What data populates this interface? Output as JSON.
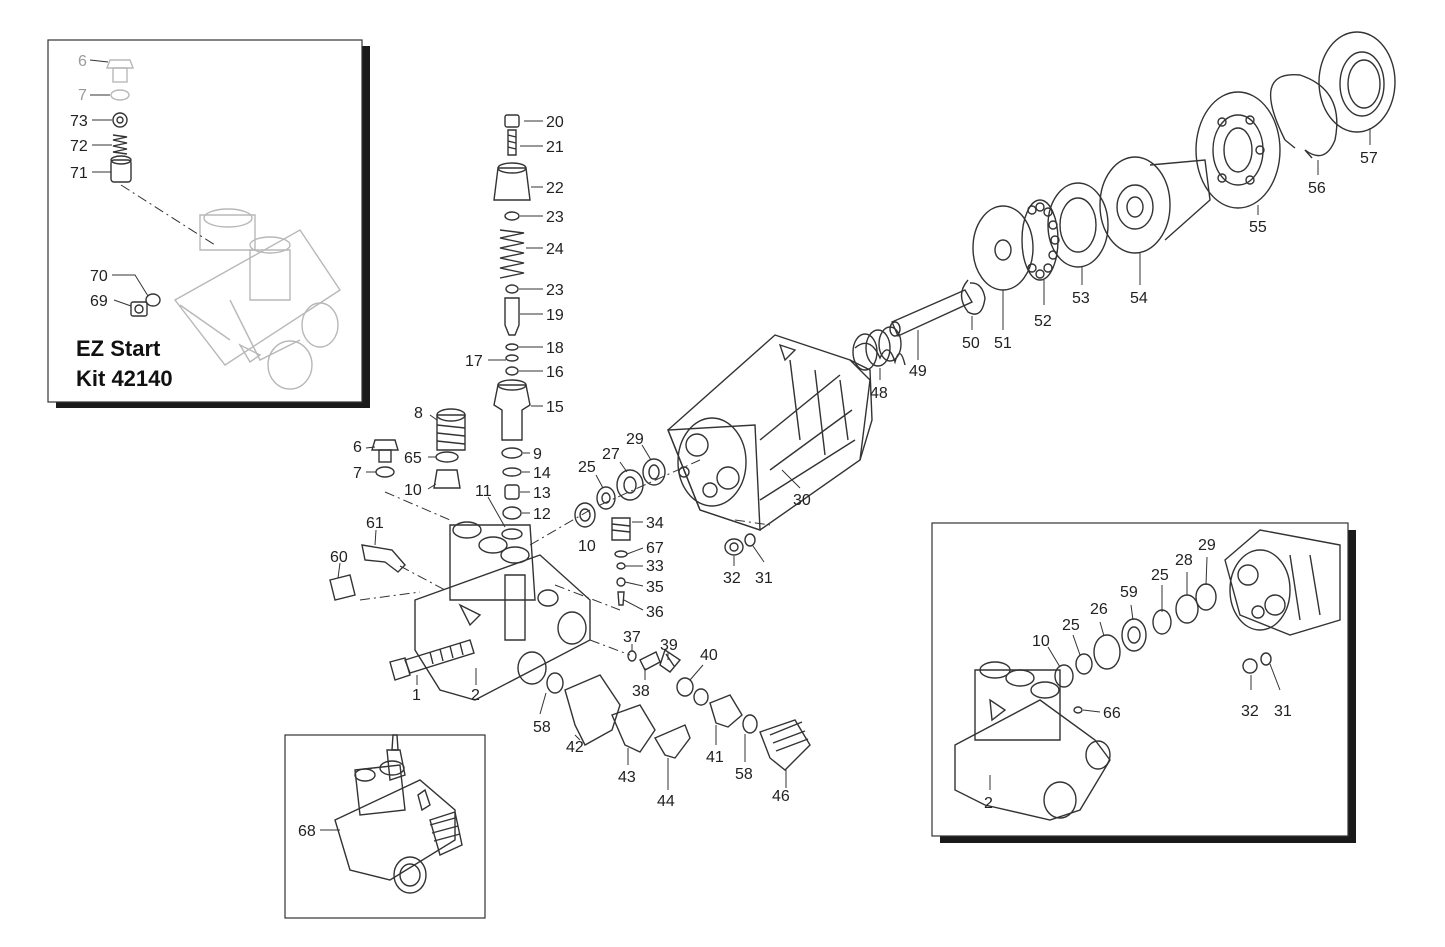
{
  "kit_title": {
    "line1": "EZ Start",
    "line2": "Kit 42140"
  },
  "labels": {
    "k6": "6",
    "k7": "7",
    "k73": "73",
    "k72": "72",
    "k71": "71",
    "k70": "70",
    "k69": "69",
    "p20": "20",
    "p21": "21",
    "p22": "22",
    "p23a": "23",
    "p24": "24",
    "p23b": "23",
    "p19": "19",
    "p17": "17",
    "p18": "18",
    "p16": "16",
    "p15": "15",
    "p9": "9",
    "p14": "14",
    "p13": "13",
    "p12": "12",
    "p11": "11",
    "p8": "8",
    "p6": "6",
    "p65": "65",
    "p7": "7",
    "p10a": "10",
    "p61": "61",
    "p60": "60",
    "p25a": "25",
    "p27a": "27",
    "p29a": "29",
    "p10b": "10",
    "p34": "34",
    "p67": "67",
    "p33": "33",
    "p35": "35",
    "p36": "36",
    "p32a": "32",
    "p31a": "31",
    "p30": "30",
    "p48": "48",
    "p49": "49",
    "p50": "50",
    "p51": "51",
    "p52": "52",
    "p53": "53",
    "p54": "54",
    "p55": "55",
    "p56": "56",
    "p57": "57",
    "p1": "1",
    "p2a": "2",
    "p37": "37",
    "p38": "38",
    "p39": "39",
    "p40": "40",
    "p41": "41",
    "p58a": "58",
    "p42": "42",
    "p43": "43",
    "p44": "44",
    "p58b": "58",
    "p46": "46",
    "p68": "68",
    "r10": "10",
    "r25a": "25",
    "r26": "26",
    "r59": "59",
    "r25b": "25",
    "r28": "28",
    "r29": "29",
    "r66": "66",
    "r32": "32",
    "r31": "31",
    "r2": "2"
  },
  "colors": {
    "ink": "#333333",
    "faded": "#9a9a9a",
    "background": "#ffffff"
  }
}
